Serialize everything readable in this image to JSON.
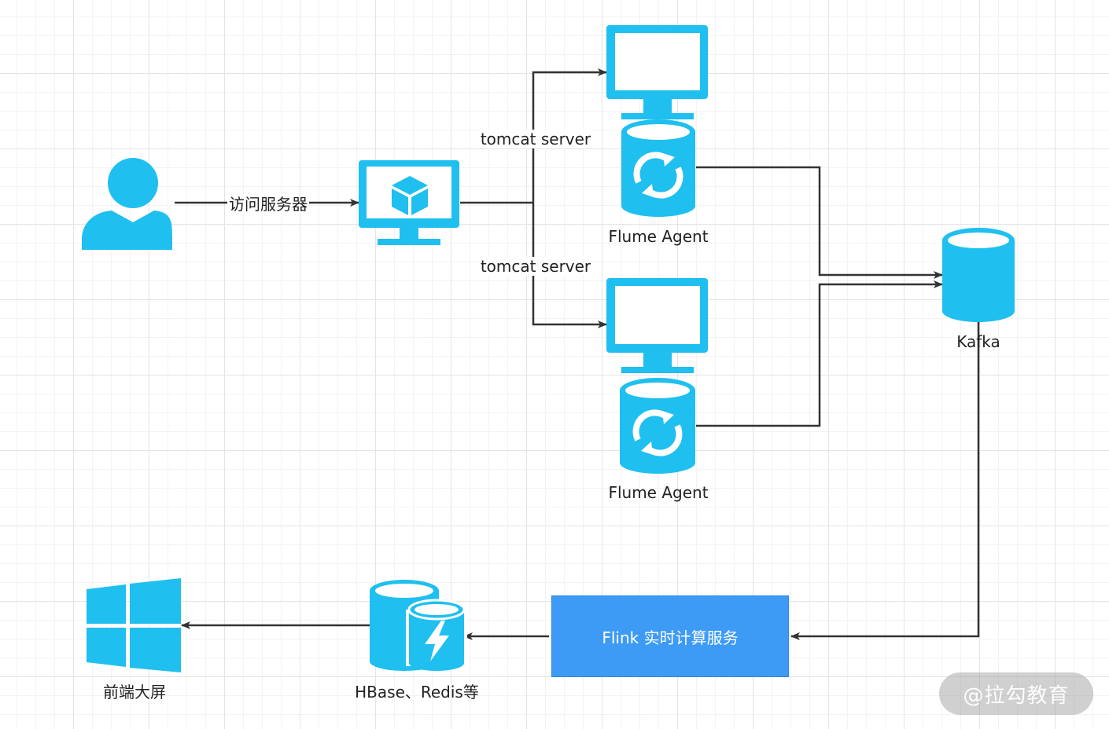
{
  "diagram": {
    "labels": {
      "visit_server": "访问服务器",
      "tomcat_top": "tomcat server",
      "tomcat_bottom": "tomcat server",
      "flume_agent_top": "Flume Agent",
      "flume_agent_bottom": "Flume Agent",
      "kafka": "Kafka",
      "flink": "Flink 实时计算服务",
      "storage": "HBase、Redis等",
      "frontend": "前端大屏"
    },
    "watermark": "@拉勾教育",
    "colors": {
      "icon": "#1fbff0",
      "flink_box": "#3d9bf5",
      "edge": "#333333",
      "grid": "#e4e4e4"
    },
    "icons": [
      "user-icon",
      "server-monitor-icon",
      "monitor-icon",
      "database-sync-icon",
      "kafka-cylinder-icon",
      "storage-icon",
      "windows-icon"
    ]
  }
}
